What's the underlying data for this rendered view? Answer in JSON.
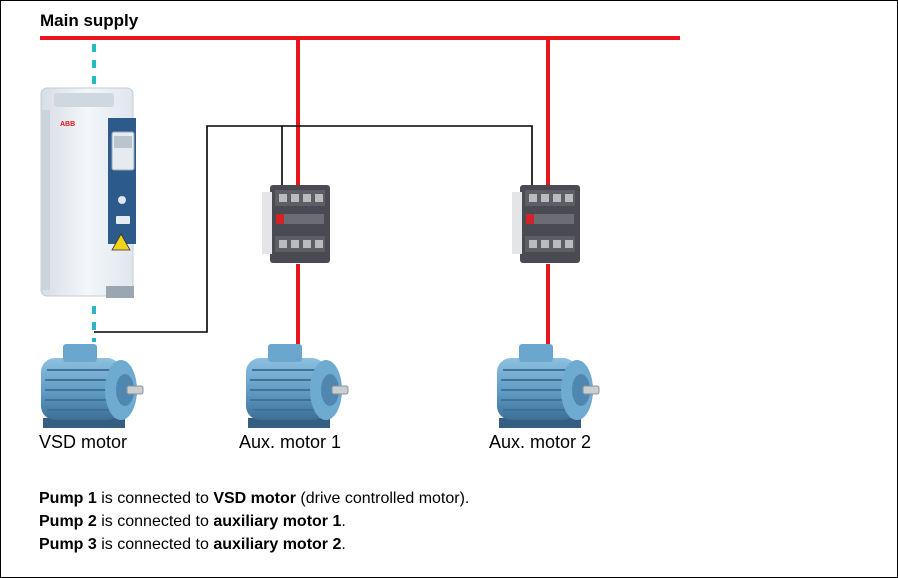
{
  "diagram": {
    "supply_label": "Main supply",
    "motor_labels": [
      "VSD motor",
      "Aux. motor 1",
      "Aux. motor 2"
    ],
    "drive_brand": "ABB"
  },
  "notes": [
    {
      "pump": "Pump 1",
      "mid": " is connected to ",
      "target": "VSD motor",
      "tail": " (drive controlled motor)."
    },
    {
      "pump": "Pump 2",
      "mid": " is connected to ",
      "target": "auxiliary motor 1",
      "tail": "."
    },
    {
      "pump": "Pump 3",
      "mid": " is connected to ",
      "target": "auxiliary motor 2",
      "tail": "."
    }
  ],
  "colors": {
    "supply_line": "#e8141e",
    "drive_link": "#2ab7c6",
    "control_wire": "#000000",
    "motor_body": "#5f9bc4",
    "contactor_body": "#4a4a52",
    "drive_body": "#e9eef3",
    "drive_panel": "#2c5a8a"
  },
  "icons": [
    "vsd-drive-icon",
    "contactor-icon",
    "motor-icon"
  ]
}
